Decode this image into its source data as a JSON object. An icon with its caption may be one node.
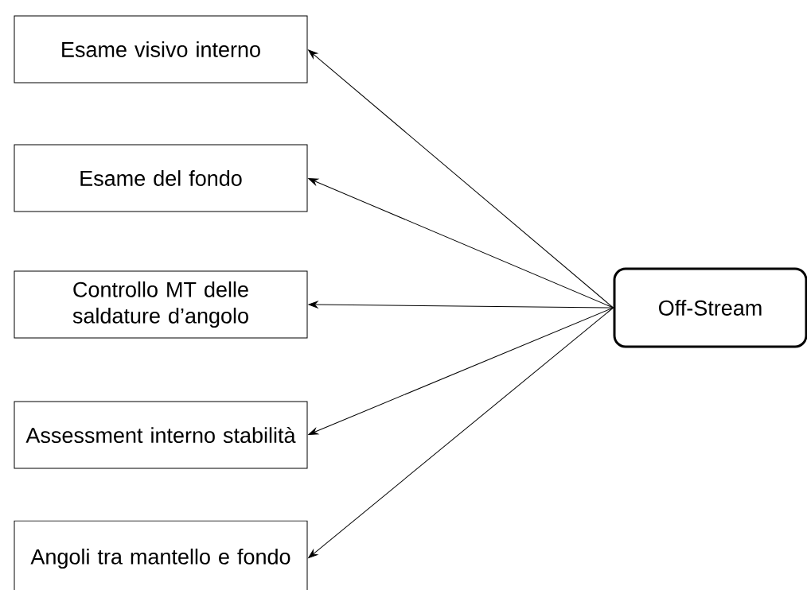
{
  "diagram": {
    "nodes": [
      {
        "text": [
          "Esame visivo interno"
        ]
      },
      {
        "text": [
          "Esame del fondo"
        ]
      },
      {
        "text": [
          "Controllo MT delle saldature d’angolo"
        ]
      },
      {
        "text": [
          "Assessment interno stabilità"
        ]
      },
      {
        "text": [
          "Angoli tra mantello e fondo"
        ]
      },
      {
        "text": [
          "Off-Stream"
        ]
      }
    ],
    "edges": [
      {
        "from": 5,
        "to": 0,
        "arrow": "to"
      },
      {
        "from": 5,
        "to": 1,
        "arrow": "to"
      },
      {
        "from": 5,
        "to": 2,
        "arrow": "to"
      },
      {
        "from": 5,
        "to": 3,
        "arrow": "to"
      },
      {
        "from": 5,
        "to": 4,
        "arrow": "to"
      }
    ]
  }
}
